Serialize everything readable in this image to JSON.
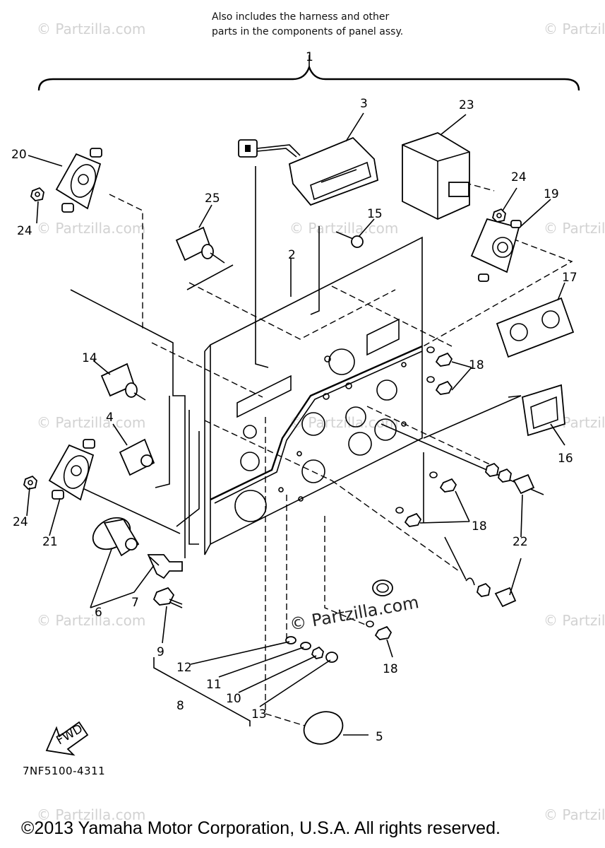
{
  "note": {
    "line1": "Also includes the harness and other",
    "line2": "parts in the components of panel assy."
  },
  "callouts": [
    "1",
    "2",
    "3",
    "4",
    "5",
    "6",
    "7",
    "8",
    "9",
    "10",
    "11",
    "12",
    "13",
    "14",
    "15",
    "16",
    "17",
    "18",
    "19",
    "20",
    "21",
    "22",
    "23",
    "24",
    "25"
  ],
  "labels": {
    "n1": "1",
    "n2": "2",
    "n3": "3",
    "n4": "4",
    "n5": "5",
    "n6": "6",
    "n7": "7",
    "n8": "8",
    "n9": "9",
    "n10": "10",
    "n11": "11",
    "n12": "12",
    "n13": "13",
    "n14": "14",
    "n15": "15",
    "n16": "16",
    "n17": "17",
    "n18": "18",
    "n19": "19",
    "n20": "20",
    "n21": "21",
    "n22": "22",
    "n23": "23",
    "n24": "24",
    "n25": "25"
  },
  "fwd_label": "FWD",
  "diagram_code": "7NF5100-4311",
  "watermark": "© Partzilla.com",
  "center_watermark": "© Partzilla.com",
  "copyright": "©2013 Yamaha Motor Corporation, U.S.A. All rights reserved."
}
